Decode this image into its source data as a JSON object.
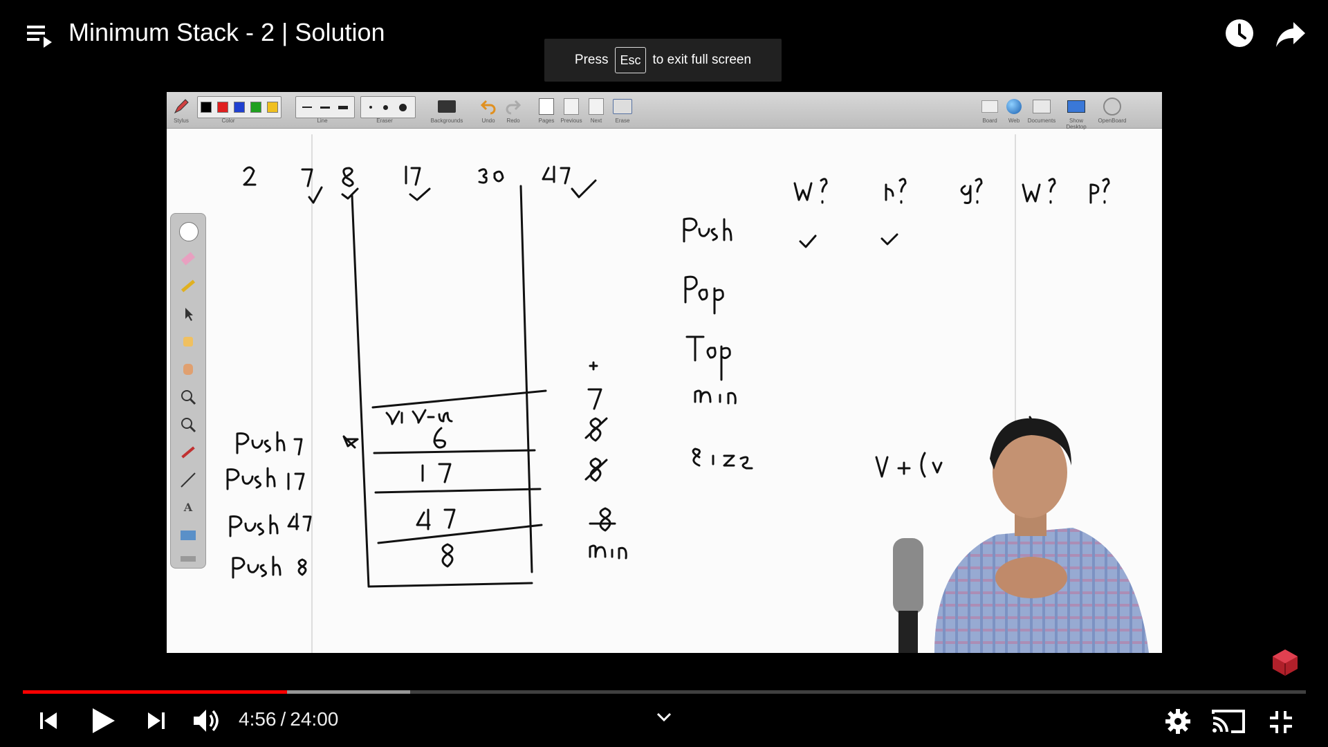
{
  "header": {
    "title": "Minimum Stack - 2 | Solution"
  },
  "fullscreen_hint": {
    "prefix": "Press",
    "key": "Esc",
    "suffix": "to exit full screen"
  },
  "whiteboard": {
    "toolbar_labels": [
      "Stylus",
      "Color",
      "Line",
      "Eraser",
      "Backgrounds",
      "Undo",
      "Redo",
      "Pages",
      "Previous",
      "Next",
      "Erase",
      "Board",
      "Web",
      "Documents",
      "Show Desktop",
      "OpenBoard"
    ],
    "pen_colors": [
      "#000000",
      "#e02020",
      "#2040d0",
      "#20a020",
      "#f0c020"
    ]
  },
  "controls": {
    "current_time": "4:56",
    "duration": "24:00",
    "separator": "/",
    "played_fraction": 0.206,
    "buffered_fraction": 0.302
  },
  "colors": {
    "progress_played": "#ff0000",
    "background": "#000000"
  },
  "icons": {
    "playlist": "playlist-icon",
    "watch_later": "clock-icon",
    "share": "share-icon",
    "previous": "previous-icon",
    "play": "play-icon",
    "next": "next-icon",
    "volume": "volume-icon",
    "chevron": "chevron-down-icon",
    "settings": "gear-icon",
    "cast": "cast-icon",
    "exit_fullscreen": "exit-fullscreen-icon"
  }
}
